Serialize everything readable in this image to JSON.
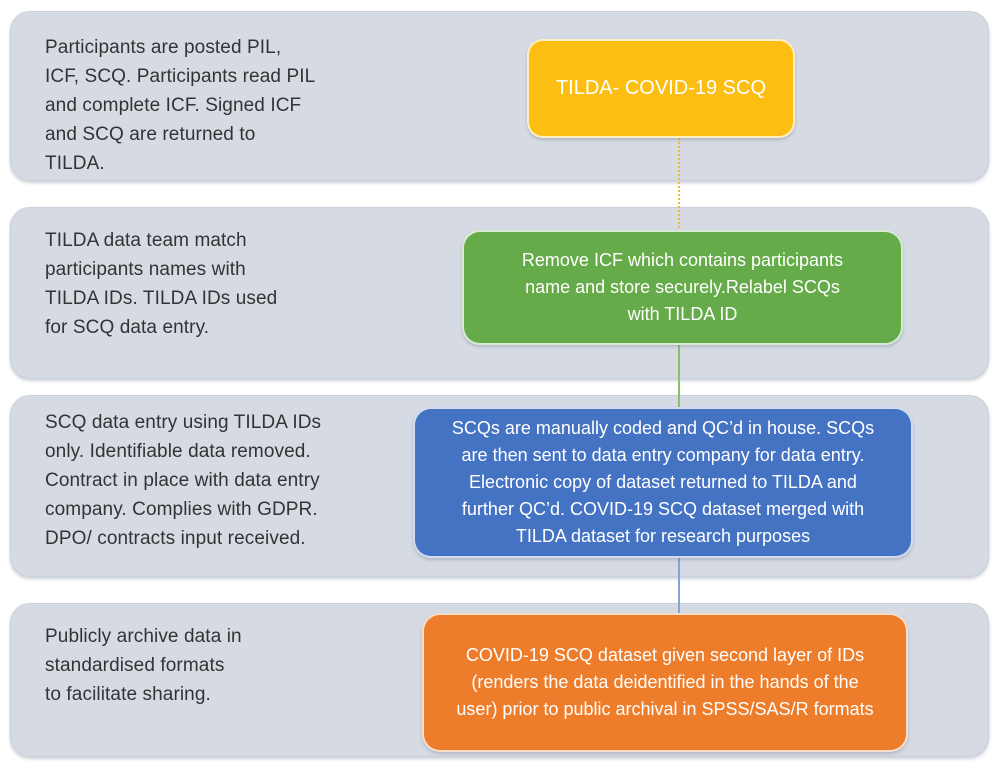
{
  "colors": {
    "page_background": "#FFFFFF",
    "band_background": "#D6DBE3",
    "band_border": "#C9D0DB",
    "side_text_color": "#333333",
    "node_text_color": "#FFFFFF",
    "node_yellow": "#FCBE12",
    "node_green": "#66AB49",
    "node_blue": "#4573C4",
    "node_orange": "#EE7D2B",
    "connector_yellow": "#EDB93F",
    "connector_green": "#8CBE70",
    "connector_blue": "#82A4D8"
  },
  "flow": {
    "rows": [
      {
        "id": "stage-1",
        "side_text": "Participants are posted PIL,\nICF, SCQ. Participants read PIL\nand complete ICF. Signed ICF\nand SCQ are returned to\nTILDA.",
        "box_label": "TILDA- COVID-19 SCQ",
        "box_color": "#FCBE12"
      },
      {
        "id": "stage-2",
        "side_text": "TILDA data team match\nparticipants names with\nTILDA IDs. TILDA IDs used\nfor SCQ data entry.",
        "box_label": "Remove ICF which contains participants\nname and store securely.Relabel SCQs\nwith TILDA ID",
        "box_color": "#66AB49"
      },
      {
        "id": "stage-3",
        "side_text": "SCQ data entry using TILDA IDs\nonly. Identifiable data removed.\nContract in place with data entry\ncompany. Complies with GDPR.\nDPO/ contracts input received.",
        "box_label": "SCQs are manually coded and QC’d in house. SCQs\nare then sent to data entry company for data entry.\nElectronic copy of dataset returned to TILDA and\nfurther QC’d. COVID-19 SCQ dataset merged with\nTILDA dataset for research purposes",
        "box_color": "#4573C4"
      },
      {
        "id": "stage-4",
        "side_text": "Publicly archive data in\nstandardised formats\nto facilitate sharing.",
        "box_label": "COVID-19 SCQ dataset given second layer of IDs\n(renders the data deidentified in the hands of the\nuser) prior to public archival in SPSS/SAS/R formats",
        "box_color": "#EE7D2B"
      }
    ],
    "connectors": [
      {
        "from": "stage-1",
        "to": "stage-2",
        "style": "dotted",
        "color": "#EDB93F"
      },
      {
        "from": "stage-2",
        "to": "stage-3",
        "style": "solid",
        "color": "#8CBE70"
      },
      {
        "from": "stage-3",
        "to": "stage-4",
        "style": "solid",
        "color": "#82A4D8"
      }
    ]
  }
}
